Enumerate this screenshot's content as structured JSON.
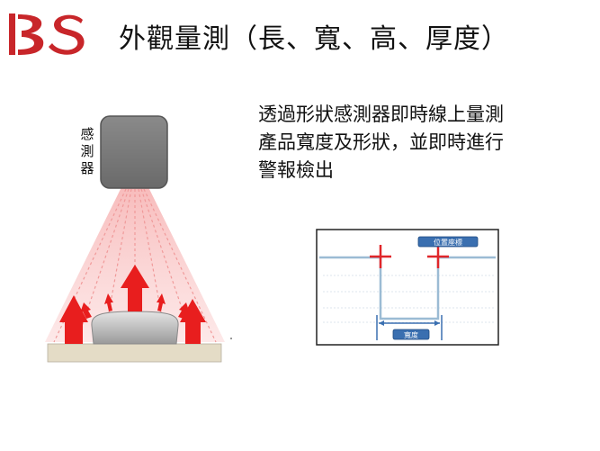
{
  "logo": {
    "text": "BS",
    "color": "#c8262a"
  },
  "title": "外觀量測（長、寬、高、厚度）",
  "sensor": {
    "label_lines": [
      "感",
      "測",
      "器"
    ]
  },
  "description": {
    "lines": [
      "透過形狀感測器即時線上量測",
      "產品寬度及形狀，並即時進行",
      "警報檢出"
    ]
  },
  "diagram": {
    "position_label": "位置座標",
    "width_label": "寬度",
    "line_color": "#9bbbd4",
    "marker_color": "#e0262a",
    "measure_color": "#3a6fb0"
  }
}
